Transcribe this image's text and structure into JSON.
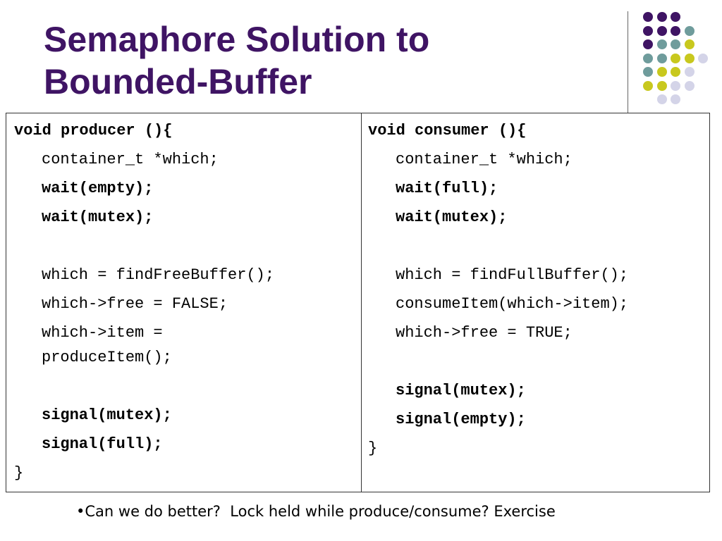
{
  "slide": {
    "title_line1": "Semaphore Solution to",
    "title_line2": "Bounded-Buffer",
    "colors": {
      "title": "#3f1464",
      "purple": "#3f1464",
      "teal": "#6f9c9c",
      "yellow": "#c8c81e",
      "lavender": "#d4d4e8"
    },
    "decoration": "dot-grid"
  },
  "producer": {
    "signature": "void producer (){",
    "decl": "container_t *which;",
    "wait1": "wait(empty);",
    "wait2": "wait(mutex);",
    "find": "which = findFreeBuffer();",
    "free": "which->free = FALSE;",
    "item1": "which->item =",
    "item2": "produceItem();",
    "signal1": "signal(mutex);",
    "signal2": "signal(full);",
    "close": "}"
  },
  "consumer": {
    "signature": "void consumer (){",
    "decl": "container_t *which;",
    "wait1": "wait(full);",
    "wait2": "wait(mutex);",
    "find": "which = findFullBuffer();",
    "consume": "consumeItem(which->item);",
    "free": "which->free = TRUE;",
    "signal1": "signal(mutex);",
    "signal2": "signal(empty);",
    "close": "}"
  },
  "footer": {
    "note": "•Can we do better?  Lock held while produce/consume? Exercise"
  }
}
